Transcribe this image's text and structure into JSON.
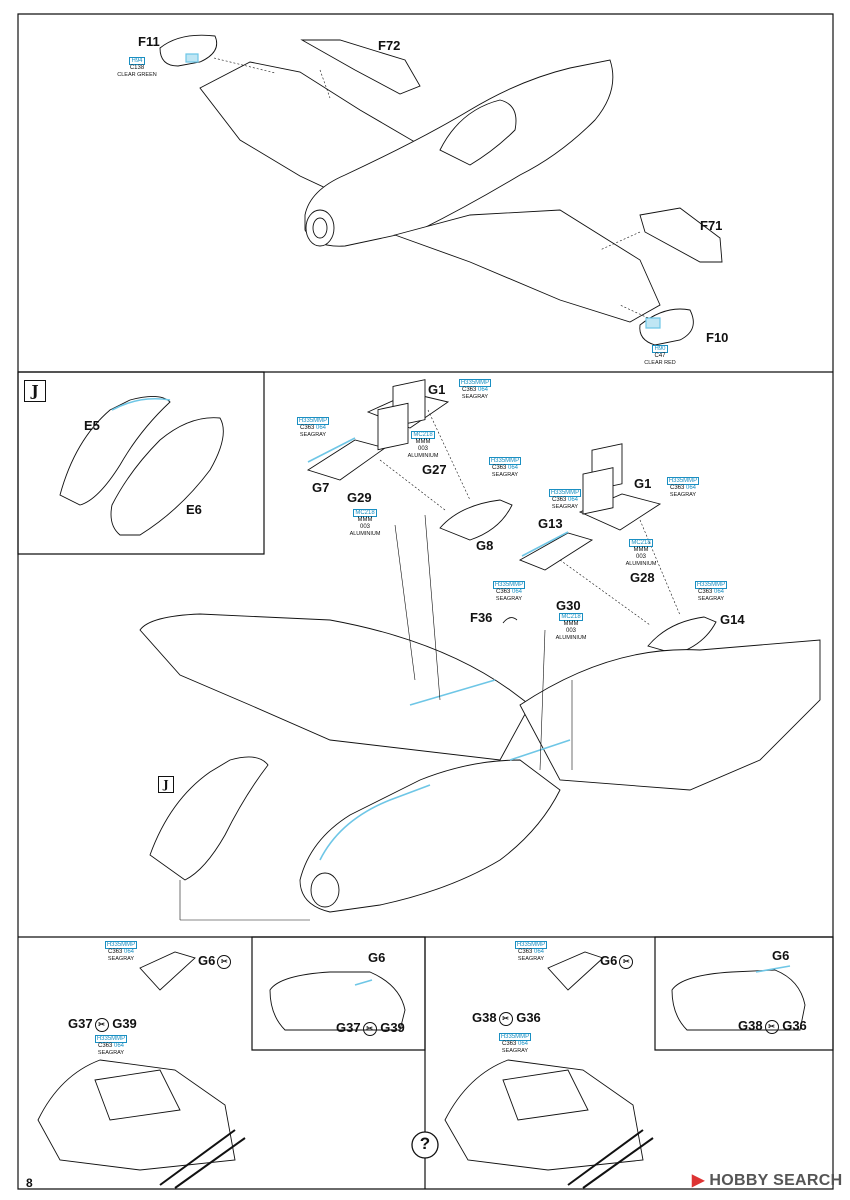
{
  "page": {
    "number": "8"
  },
  "watermark": {
    "text": "HOBBY SEARCH",
    "icon": "hobby-search-logo-icon"
  },
  "colors": {
    "callout": "#1a8fc2",
    "line": "#111111",
    "panel_fill": "#ffffff",
    "paint_accent": "#6ec6e6"
  },
  "top_section": {
    "labels": {
      "f11": "F11",
      "f72": "F72",
      "f71": "F71",
      "f10": "F10"
    },
    "callout_f11": {
      "code": "H94",
      "line2": "C138",
      "name": "CLEAR GREEN"
    },
    "callout_f10": {
      "code": "H90",
      "line2": "C47",
      "name": "CLEAR RED"
    }
  },
  "step_j": {
    "marker": "J",
    "detail_marker": "J",
    "labels": {
      "e5": "E5",
      "e6": "E6",
      "g1a": "G1",
      "g1b": "G1",
      "g7": "G7",
      "g27": "G27",
      "g29": "G29",
      "g8": "G8",
      "g13": "G13",
      "g28": "G28",
      "g30": "G30",
      "f36": "F36",
      "g14": "G14"
    },
    "callouts": {
      "g1a": {
        "code": "H335MMP",
        "line2a": "C363",
        "line2b": "064",
        "name": "SEAGRAY"
      },
      "g7": {
        "code": "H335MMP",
        "line2a": "C363",
        "line2b": "064",
        "name": "SEAGRAY"
      },
      "g27": {
        "code": "MC218",
        "line2a": "MMM",
        "line2b": "003",
        "name": "ALUMINIUM"
      },
      "g29": {
        "code": "MC218",
        "line2a": "MMM",
        "line2b": "003",
        "name": "ALUMINIUM"
      },
      "g8": {
        "code": "H335MMP",
        "line2a": "C363",
        "line2b": "064",
        "name": "SEAGRAY"
      },
      "g13": {
        "code": "H335MMP",
        "line2a": "C363",
        "line2b": "064",
        "name": "SEAGRAY"
      },
      "g1b": {
        "code": "H335MMP",
        "line2a": "C363",
        "line2b": "064",
        "name": "SEAGRAY"
      },
      "g28": {
        "code": "MC218",
        "line2a": "MMM",
        "line2b": "003",
        "name": "ALUMINIUM"
      },
      "f36": {
        "code": "H335MMP",
        "line2a": "C363",
        "line2b": "064",
        "name": "SEAGRAY"
      },
      "g30": {
        "code": "MC218",
        "line2a": "MMM",
        "line2b": "003",
        "name": "ALUMINIUM"
      },
      "g14": {
        "code": "H335MMP",
        "line2a": "C363",
        "line2b": "064",
        "name": "SEAGRAY"
      }
    }
  },
  "bottom_left": {
    "g6": "G6",
    "g37": "G37",
    "g39": "G39",
    "detail_g6": "G6",
    "detail_g37": "G37",
    "detail_g39": "G39",
    "callout_g6": {
      "code": "H335MMP",
      "line2a": "C363",
      "line2b": "064",
      "name": "SEAGRAY"
    },
    "callout_g37": {
      "code": "H335MMP",
      "line2a": "C363",
      "line2b": "064",
      "name": "SEAGRAY"
    }
  },
  "bottom_right": {
    "g6": "G6",
    "g38": "G38",
    "g36": "G36",
    "detail_g6": "G6",
    "detail_g38": "G38",
    "detail_g36": "G36",
    "callout_g6": {
      "code": "H335MMP",
      "line2a": "C363",
      "line2b": "064",
      "name": "SEAGRAY"
    },
    "callout_g38": {
      "code": "H335MMP",
      "line2a": "C363",
      "line2b": "064",
      "name": "SEAGRAY"
    }
  },
  "choice_mark": "?",
  "cement_mark": "✂"
}
